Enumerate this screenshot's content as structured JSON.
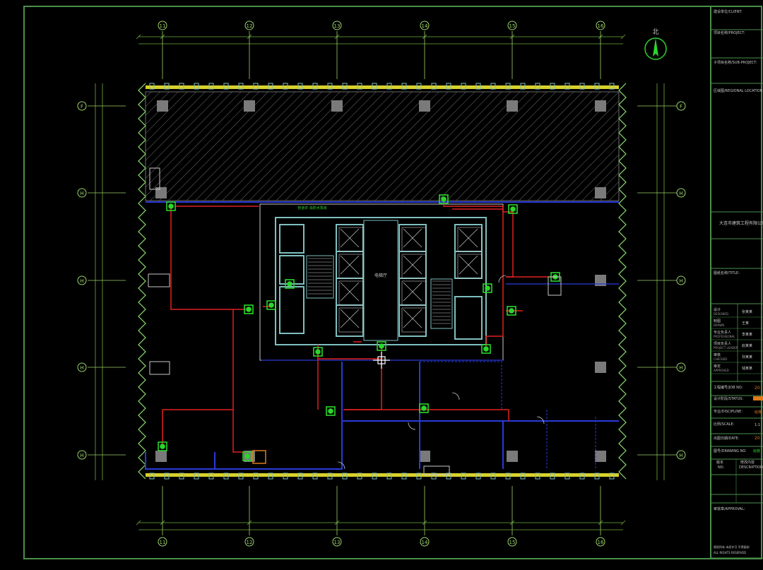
{
  "colors": {
    "background": "#000000",
    "frame": "#4a8f4a",
    "grid_axis": "#9bd26b",
    "dimension": "#6fae3f",
    "wall_zigzag": "#8ce06f",
    "curtain_wall": "#d8d12b",
    "column": "#7a7a7a",
    "core_wall": "#7fbfbf",
    "pipe_red": "#e02020",
    "pipe_blue": "#2a3ad8",
    "device_green": "#2bd62b",
    "hatch": "#8a8a8a",
    "titleblock_text": "#c8c8c8",
    "titleblock_accent": "#d8d12b",
    "titleblock_orange": "#e07a1a"
  },
  "grid": {
    "columns": [
      "11",
      "12",
      "13",
      "14",
      "15",
      "16"
    ],
    "rows_right": [
      "F",
      "H",
      "H",
      "H",
      "H"
    ],
    "rows_left": [
      "F",
      "H",
      "H",
      "H",
      "H"
    ]
  },
  "north_label": "北",
  "core_label": "电梯厅",
  "core_banner": "管道井 消防水泵房",
  "titleblock": {
    "client_label": "建设单位/CLIENT:",
    "project_label": "项目名称/PROJECT:",
    "subproject_label": "子项目名称/SUB-PROJECT:",
    "regional_label": "区域图/REGIONAL LOCATION:",
    "company": "大连市建筑工程有限公司",
    "title_label": "图纸名称/TITLE:",
    "roles": [
      {
        "cn": "设计",
        "en": "DESIGNED",
        "name": "张某某"
      },
      {
        "cn": "制图",
        "en": "DRAWN",
        "name": "王某"
      },
      {
        "cn": "专业负责人",
        "en": "PROFESSIONAL",
        "name": "李某某"
      },
      {
        "cn": "项目负责人",
        "en": "PROJECT LEADER",
        "name": "赵某某"
      },
      {
        "cn": "审核",
        "en": "CHECKED",
        "name": "孙某某"
      },
      {
        "cn": "审定",
        "en": "APPROVED",
        "name": "钱某某"
      }
    ],
    "job_no_label": "工程编号/JOB NO:",
    "job_no_value": "20",
    "status_label": "设计阶段/STATUS:",
    "discipline_label": "专业/DISCIPLINE:",
    "discipline_value": "给排",
    "scale_label": "比例/SCALE:",
    "scale_value": "1:1",
    "date_label": "出图日期/DATE:",
    "date_value": "20",
    "drawing_no_label": "图号/DRAWING NO.",
    "drawing_no_value": "给施",
    "rev_no_label": "版本",
    "rev_no_en": "NO.",
    "rev_desc_label": "修改内容",
    "rev_desc_en": "DESCRIPTION",
    "approval_label": "审批章/APPROVAL:",
    "footer_line1": "版权所有 未经许可 不得复制",
    "footer_line2": "ALL RIGHTS RESERVED"
  }
}
